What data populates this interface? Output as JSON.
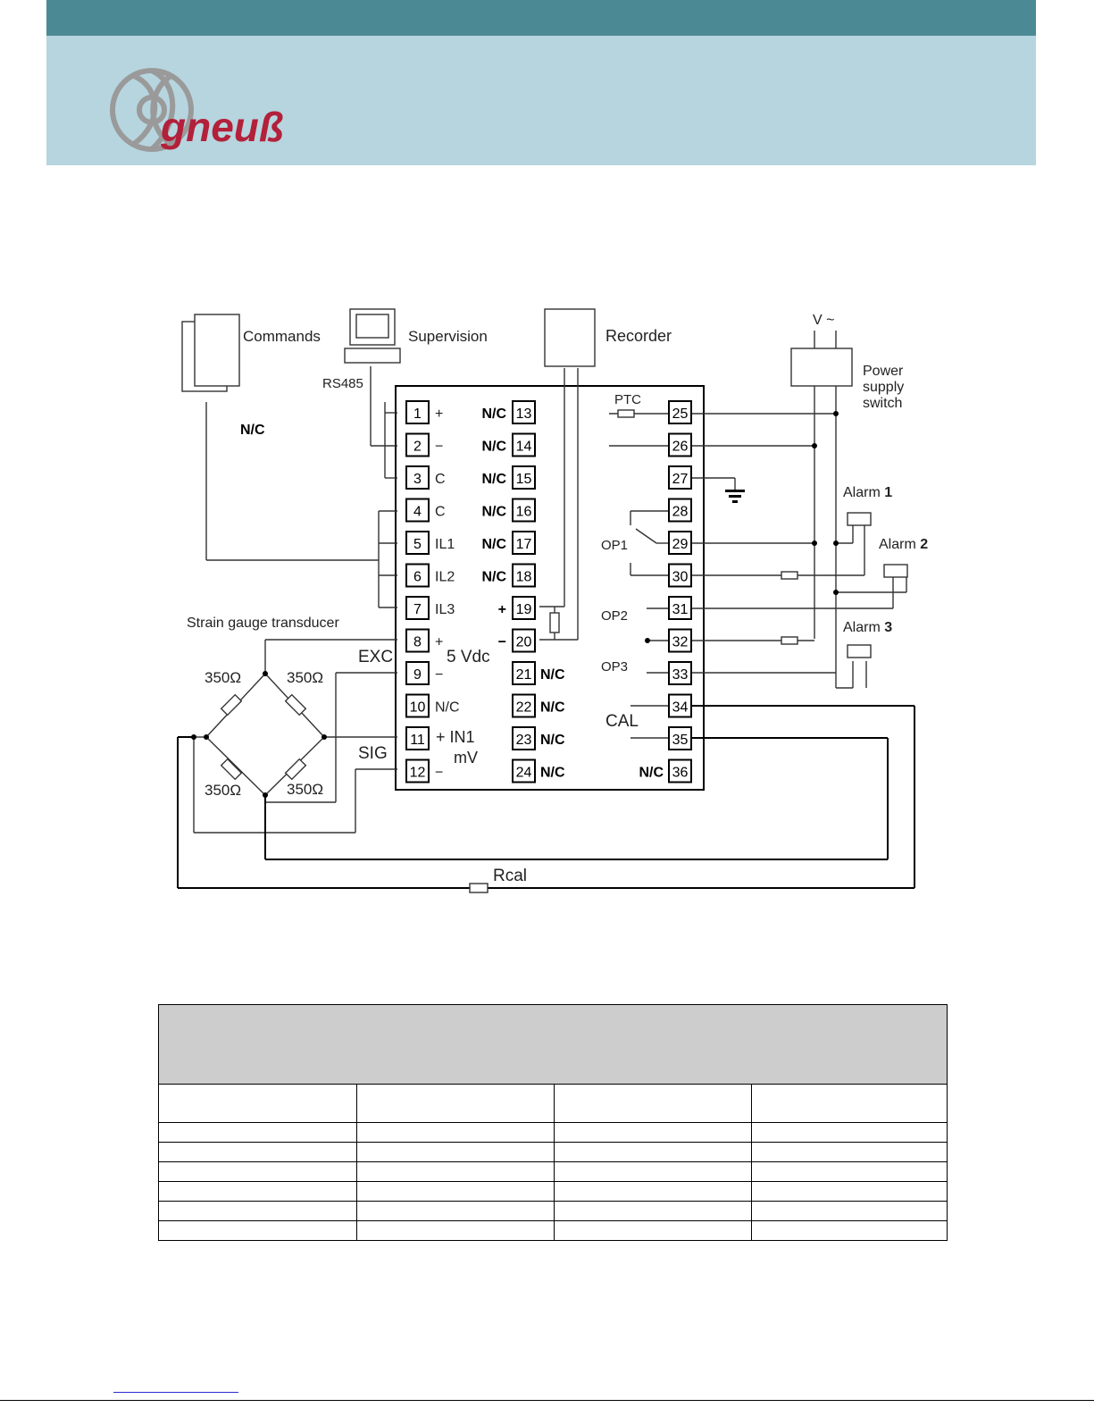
{
  "brand": {
    "name": "gneuß",
    "accent": "#b3203a",
    "ring": "#9a9a9a"
  },
  "header": {
    "bar_color": "#4b8a94",
    "band_color": "#b6d5df"
  },
  "diagram": {
    "devices": {
      "commands": "Commands",
      "supervision": "Supervision",
      "recorder": "Recorder",
      "rs485": "RS485",
      "commands_nc": "N/C",
      "v_supply": "V ~",
      "power_line1": "Power",
      "power_line2": "supply",
      "power_line3": "switch",
      "ptc": "PTC",
      "strain": "Strain gauge transducer",
      "exc": "EXC",
      "sig": "SIG",
      "rcal": "Rcal",
      "five_vdc": "5 Vdc",
      "in1": "+ IN1",
      "mv": "mV",
      "cal": "CAL",
      "op1": "OP1",
      "op2": "OP2",
      "op3": "OP3",
      "ohm": "350Ω"
    },
    "alarms": [
      {
        "label": "Alarm",
        "num": "1"
      },
      {
        "label": "Alarm",
        "num": "2"
      },
      {
        "label": "Alarm",
        "num": "3"
      }
    ],
    "col1": [
      {
        "n": "1",
        "t": "+"
      },
      {
        "n": "2",
        "t": "−"
      },
      {
        "n": "3",
        "t": "C"
      },
      {
        "n": "4",
        "t": "C"
      },
      {
        "n": "5",
        "t": "IL1"
      },
      {
        "n": "6",
        "t": "IL2"
      },
      {
        "n": "7",
        "t": "IL3"
      },
      {
        "n": "8",
        "t": "+"
      },
      {
        "n": "9",
        "t": "−"
      },
      {
        "n": "10",
        "t": "N/C"
      },
      {
        "n": "11",
        "t": ""
      },
      {
        "n": "12",
        "t": "−"
      }
    ],
    "col2": [
      {
        "n": "13",
        "l": "N/C",
        "r": ""
      },
      {
        "n": "14",
        "l": "N/C",
        "r": ""
      },
      {
        "n": "15",
        "l": "N/C",
        "r": ""
      },
      {
        "n": "16",
        "l": "N/C",
        "r": ""
      },
      {
        "n": "17",
        "l": "N/C",
        "r": ""
      },
      {
        "n": "18",
        "l": "N/C",
        "r": ""
      },
      {
        "n": "19",
        "l": "+",
        "r": ""
      },
      {
        "n": "20",
        "l": "−",
        "r": ""
      },
      {
        "n": "21",
        "l": "",
        "r": "N/C"
      },
      {
        "n": "22",
        "l": "",
        "r": "N/C"
      },
      {
        "n": "23",
        "l": "",
        "r": "N/C"
      },
      {
        "n": "24",
        "l": "",
        "r": "N/C"
      }
    ],
    "col3": [
      {
        "n": "25",
        "l": ""
      },
      {
        "n": "26",
        "l": ""
      },
      {
        "n": "27",
        "l": ""
      },
      {
        "n": "28",
        "l": ""
      },
      {
        "n": "29",
        "l": ""
      },
      {
        "n": "30",
        "l": ""
      },
      {
        "n": "31",
        "l": ""
      },
      {
        "n": "32",
        "l": ""
      },
      {
        "n": "33",
        "l": ""
      },
      {
        "n": "34",
        "l": ""
      },
      {
        "n": "35",
        "l": ""
      },
      {
        "n": "36",
        "l": "N/C"
      }
    ]
  }
}
